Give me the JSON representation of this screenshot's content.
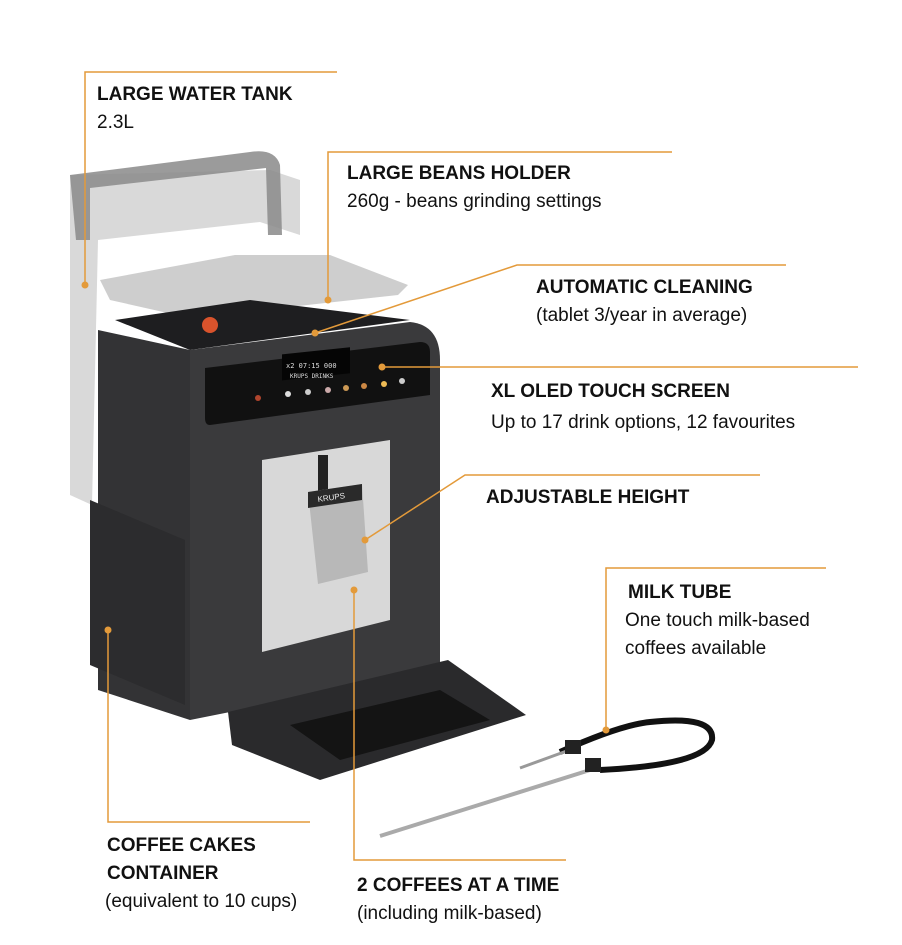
{
  "callouts": [
    {
      "title": "LARGE WATER TANK",
      "subtitle": "2.3L"
    },
    {
      "title": "LARGE BEANS HOLDER",
      "subtitle": "260g - beans grinding settings"
    },
    {
      "title": "AUTOMATIC CLEANING",
      "subtitle": "(tablet 3/year in average)"
    },
    {
      "title": "XL OLED TOUCH SCREEN",
      "subtitle": "Up to 17 drink options, 12 favourites"
    },
    {
      "title": "ADJUSTABLE HEIGHT"
    },
    {
      "title": "MILK TUBE",
      "subtitle_lines": [
        "One touch milk-based",
        "coffees available"
      ]
    },
    {
      "title_lines": [
        "COFFEE CAKES",
        "CONTAINER"
      ],
      "subtitle": "(equivalent to 10 cups)"
    },
    {
      "title": "2 COFFEES AT A TIME",
      "subtitle": "(including milk-based)"
    }
  ],
  "machine": {
    "screen_line1": "x2   07:15   000",
    "screen_line2": "KRUPS DRINKS",
    "spout_brand": "KRUPS"
  },
  "colors": {
    "accent": "#e39a3a",
    "body": "#3a3a3c"
  }
}
